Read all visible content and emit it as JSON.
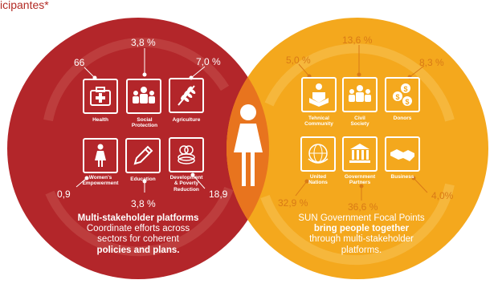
{
  "title": "icipantes*",
  "colors": {
    "red": "#b3262a",
    "yellow": "#f4a81d",
    "orange": "#e8741e",
    "white": "#ffffff"
  },
  "left_circle": {
    "sectors": [
      {
        "label": "Health",
        "icon": "first-aid-kit-icon",
        "percent": "66"
      },
      {
        "label": "Social\nProtection",
        "icon": "people-group-icon",
        "percent": "3,8 %"
      },
      {
        "label": "Agriculture",
        "icon": "wheat-icon",
        "percent": "7,0 %"
      },
      {
        "label": "Women's\nEmpowerment",
        "icon": "woman-icon",
        "percent": "0,9"
      },
      {
        "label": "Education",
        "icon": "pencil-icon",
        "percent": "3,8 %"
      },
      {
        "label": "Development\n& Poverty\nReduction",
        "icon": "coins-icon",
        "percent": "18,9"
      }
    ],
    "caption_line1": "Multi-stakeholder platforms",
    "caption_line2": "Coordinate efforts across",
    "caption_line3": "sectors for coherent",
    "caption_line4": "policies and plans."
  },
  "right_circle": {
    "sectors": [
      {
        "label": "Tehnical\nCommunity",
        "icon": "reader-icon",
        "percent": "5,0 %"
      },
      {
        "label": "Civil\nSociety",
        "icon": "people-group-icon",
        "percent": "13,6 %"
      },
      {
        "label": "Donors",
        "icon": "dollar-coins-icon",
        "percent": "8,3 %"
      },
      {
        "label": "United\nNations",
        "icon": "un-globe-icon",
        "percent": "32,9 %"
      },
      {
        "label": "Government\nPartners",
        "icon": "government-building-icon",
        "percent": "36,6 %"
      },
      {
        "label": "Business",
        "icon": "handshake-icon",
        "percent": "4,0%"
      }
    ],
    "caption_line1": "SUN Government Focal Points",
    "caption_line2": "bring people together",
    "caption_line3": "through multi-stakeholder",
    "caption_line4": "platforms."
  },
  "center_icon": "woman-figure-icon"
}
